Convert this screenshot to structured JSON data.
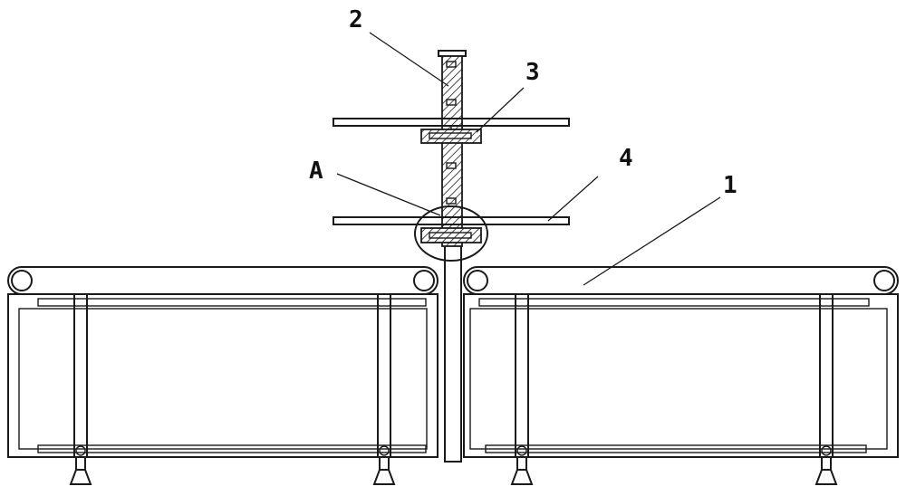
{
  "labels": {
    "part_1": "1",
    "part_2": "2",
    "part_3": "3",
    "part_4": "4",
    "detail_a": "A"
  },
  "colors": {
    "line": "#1a1a1a",
    "background": "#ffffff"
  }
}
